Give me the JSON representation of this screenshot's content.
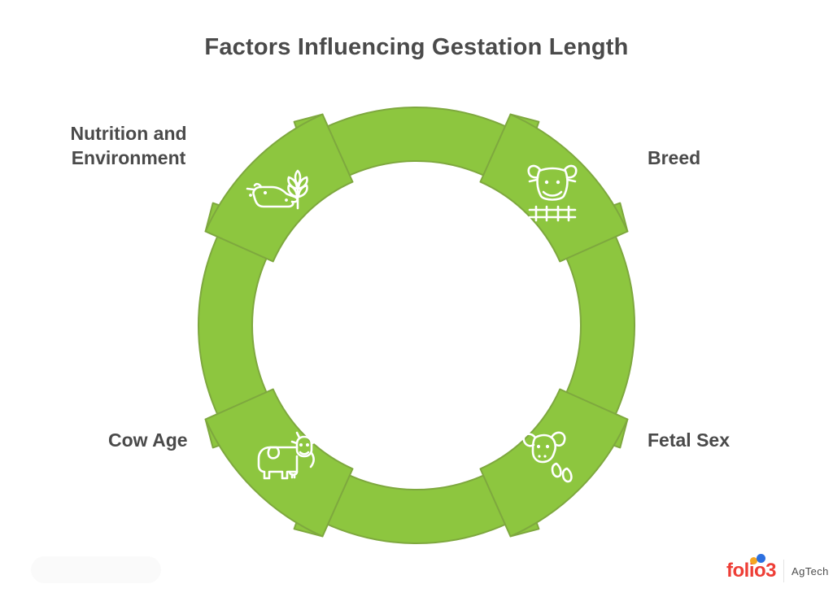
{
  "title": "Factors Influencing Gestation Length",
  "diagram": {
    "type": "cycle-ring",
    "segments": [
      {
        "label": "Nutrition and Environment",
        "icon": "wheat-and-calf-icon",
        "position": "top-left"
      },
      {
        "label": "Breed",
        "icon": "cow-head-fence-icon",
        "position": "top-right"
      },
      {
        "label": "Cow Age",
        "icon": "cow-body-icon",
        "position": "bottom-left"
      },
      {
        "label": "Fetal Sex",
        "icon": "bull-head-drops-icon",
        "position": "bottom-right"
      }
    ],
    "colors": {
      "ring_fill": "#8DC63F",
      "ring_stroke": "#7EA83E",
      "icon_stroke": "#FFFFFF",
      "label_color": "#4A4A4A"
    }
  },
  "footer": {
    "logo": {
      "brand": "folio3",
      "suffix": "AgTech",
      "brand_color": "#EE3E36",
      "dot_yellow": "#F5A623",
      "dot_blue": "#2D70E0",
      "suffix_color": "#4D4D4D"
    }
  }
}
